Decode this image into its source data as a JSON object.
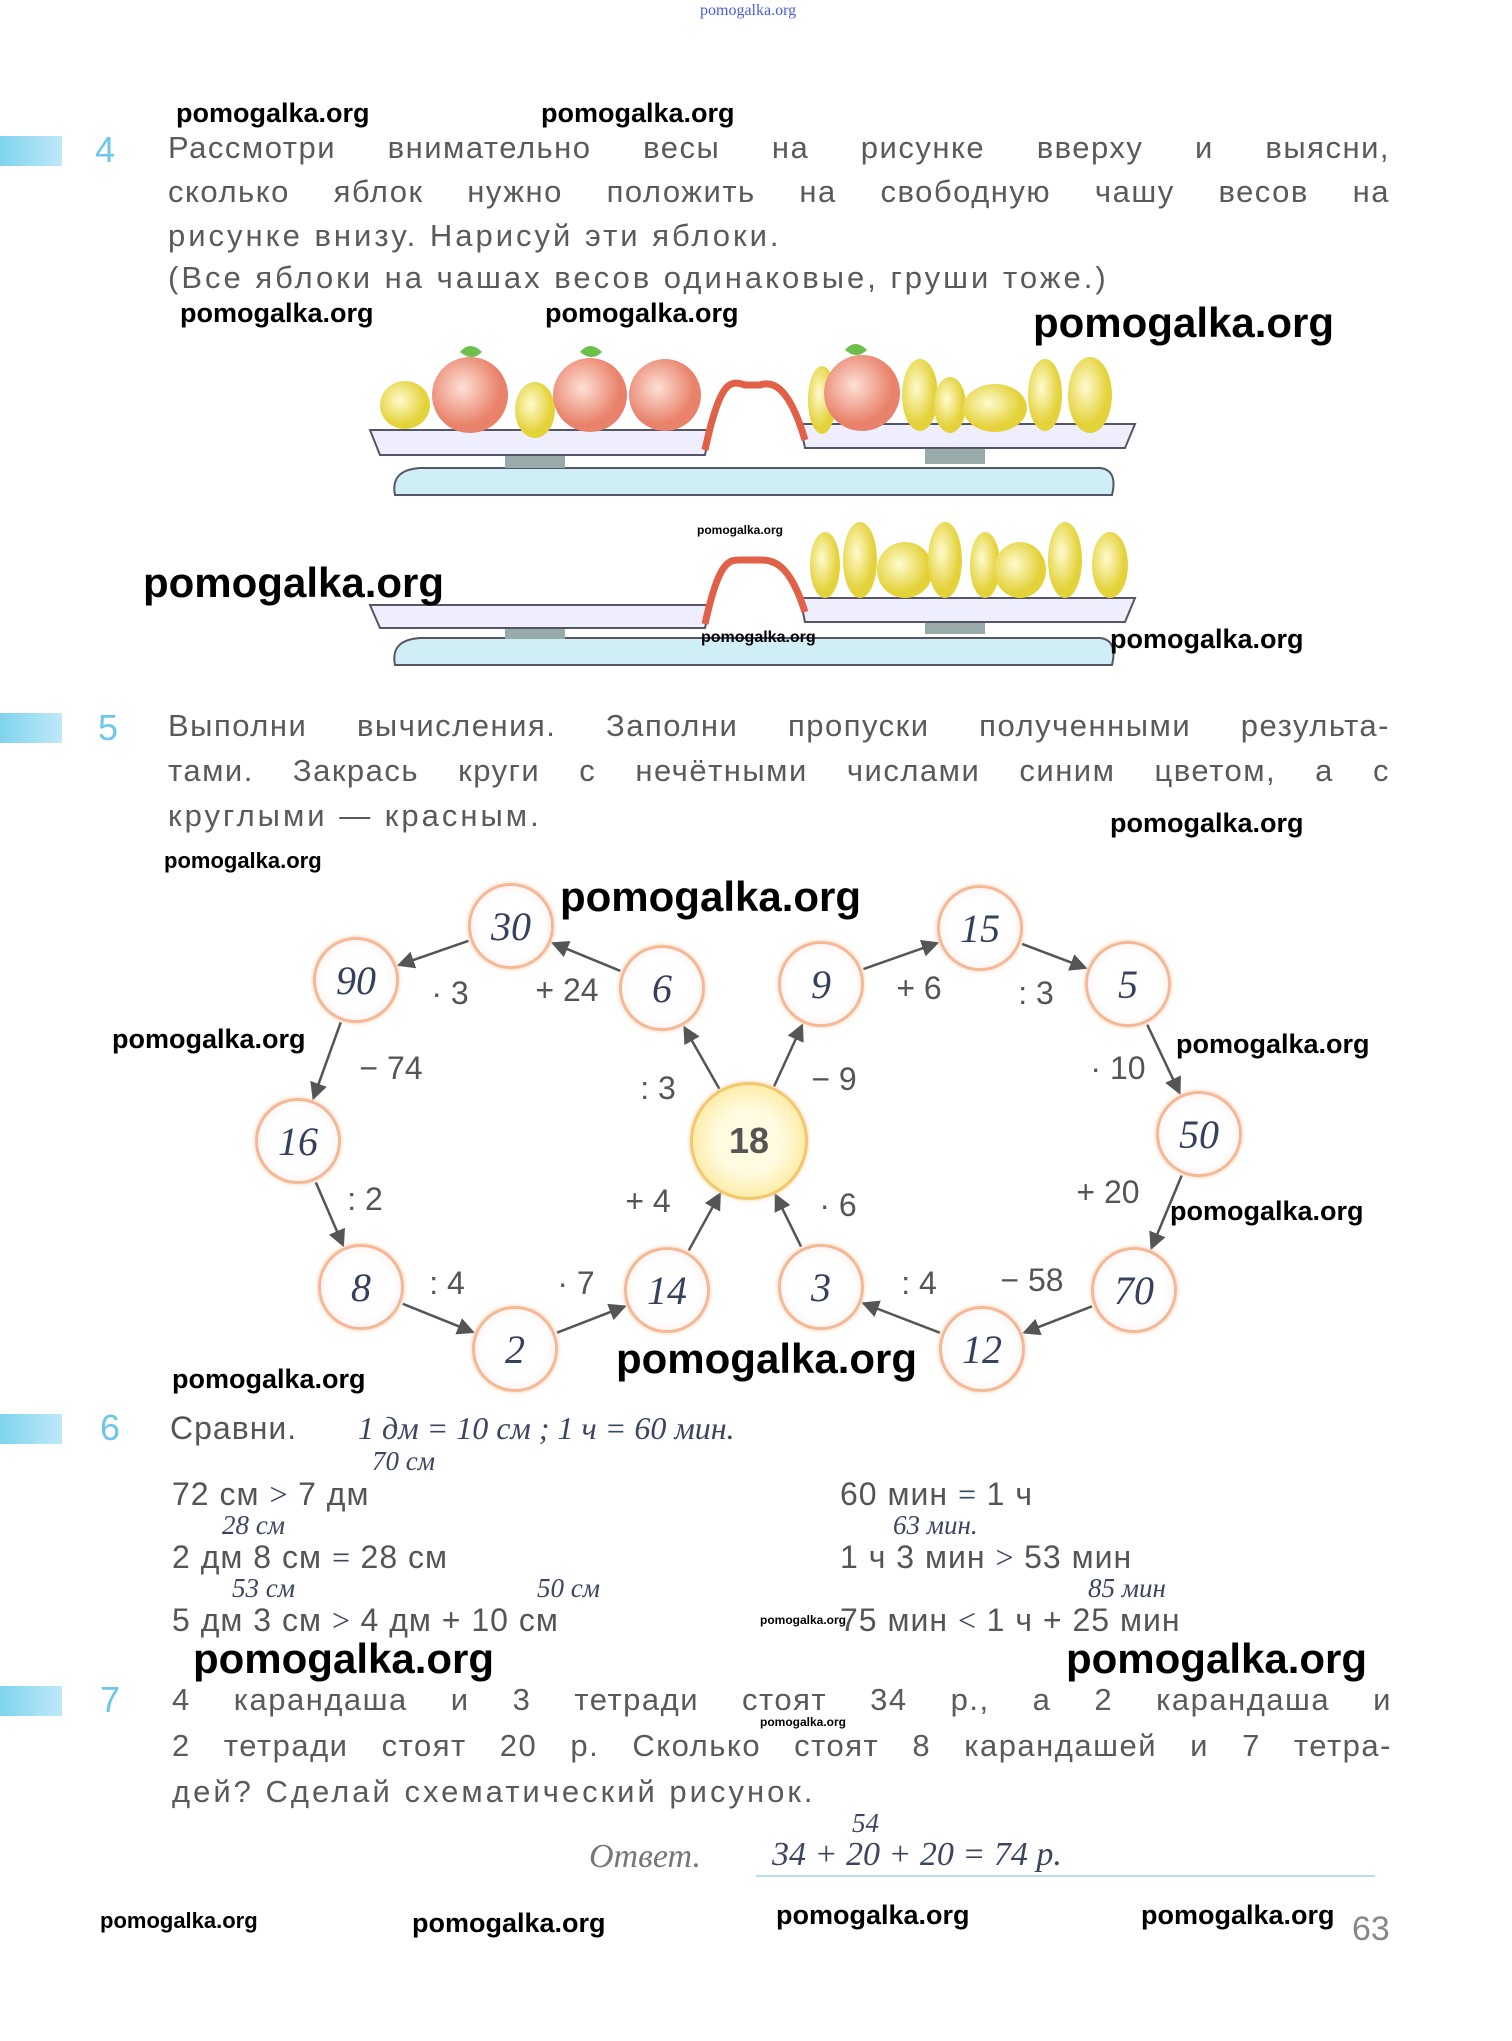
{
  "watermark": {
    "text": "pomogalka.org"
  },
  "task4": {
    "number": "4",
    "lines": [
      "Рассмотри внимательно весы на рисунке вверху и выясни,",
      "сколько яблок нужно положить на свободную чашу весов на",
      "рисунке внизу. Нарисуй эти яблоки.",
      "(Все яблоки на чашах весов одинаковые, груши тоже.)"
    ]
  },
  "task5": {
    "number": "5",
    "lines": [
      "Выполни вычисления. Заполни пропуски полученными результа-",
      "тами. Закрась круги с нечётными числами синим цветом, а с",
      "круглыми — красным."
    ],
    "diagram": {
      "nodes": [
        "30",
        "90",
        "6",
        "9",
        "15",
        "5",
        "16",
        "18",
        "50",
        "8",
        "2",
        "14",
        "3",
        "12",
        "70"
      ],
      "operations": [
        "· 3",
        "+ 24",
        "− 74",
        ": 3",
        "− 9",
        "+ 6",
        ": 3",
        "· 10",
        ": 2",
        "+ 4",
        "· 6",
        "+ 20",
        ": 4",
        "· 7",
        ": 4",
        "− 58"
      ]
    }
  },
  "task6": {
    "number": "6",
    "title": "Сравни.",
    "hint": "1 дм = 10 см ;   1 ч = 60 мин.",
    "left": [
      {
        "a": "72 см",
        "sign": ">",
        "b": "7 дм",
        "note": "70 см"
      },
      {
        "a": "2 дм 8 см",
        "sign": "=",
        "b": "28 см",
        "note": "28 см"
      },
      {
        "a": "5 дм 3 см",
        "sign": ">",
        "b": "4 дм + 10 см",
        "note": "53 см",
        "note2": "50 см"
      }
    ],
    "right": [
      {
        "a": "60 мин",
        "sign": "=",
        "b": "1 ч"
      },
      {
        "a": "1 ч 3 мин",
        "sign": ">",
        "b": "53 мин",
        "note": "63 мин."
      },
      {
        "a": "75 мин",
        "sign": "<",
        "b": "1 ч + 25 мин",
        "note": "85 мин"
      }
    ]
  },
  "task7": {
    "number": "7",
    "lines": [
      "4 карандаша и 3 тетради стоят 34 р., а 2 карандаша и",
      "2 тетради стоят 20 р. Сколько стоят 8 карандашей и 7 тетра-",
      "дей? Сделай схематический рисунок."
    ],
    "answer_label": "Ответ.",
    "answer": "34 + 20 + 20 = 74 р.",
    "answer_note": "54"
  },
  "page_number": "63"
}
